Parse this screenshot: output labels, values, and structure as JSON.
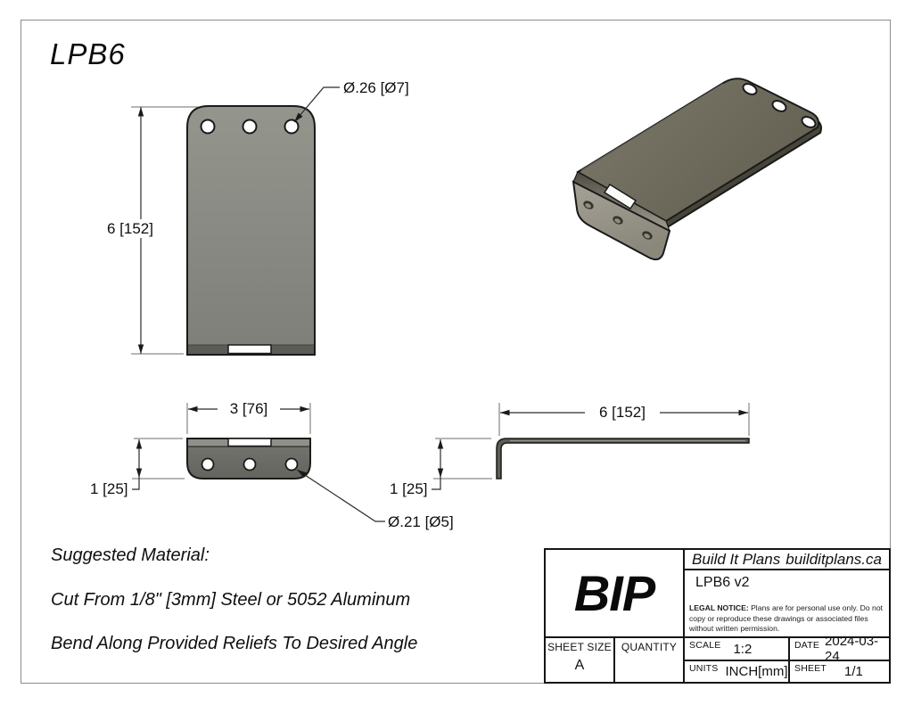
{
  "title": "LPB6",
  "front_view": {
    "height_dim": "6 [152]",
    "hole_callout": "Ø.26 [Ø7]"
  },
  "top_view": {
    "width_dim": "3 [76]",
    "thickness_dim": "1 [25]",
    "hole_callout": "Ø.21 [Ø5]"
  },
  "side_view": {
    "length_dim": "6 [152]",
    "height_dim": "1 [25]"
  },
  "notes": {
    "heading": "Suggested Material:",
    "material": "Cut From 1/8\" [3mm] Steel or 5052 Aluminum",
    "bend": "Bend Along Provided Reliefs To Desired Angle"
  },
  "title_block": {
    "logo": "BIP",
    "company": "Build It Plans",
    "website": "builditplans.ca",
    "part_name": "LPB6 v2",
    "legal_label": "LEGAL NOTICE:",
    "legal_text": " Plans are for personal use only. Do not copy or reproduce these drawings or associated files without written permission.",
    "sheet_size_label": "SHEET SIZE",
    "sheet_size_value": "A",
    "quantity_label": "QUANTITY",
    "quantity_value": "",
    "scale_label": "SCALE",
    "scale_value": "1:2",
    "date_label": "DATE",
    "date_value": "2024-03-24",
    "units_label": "UNITS",
    "units_value": "INCH[mm]",
    "sheet_label": "SHEET",
    "sheet_value": "1/1"
  },
  "colors": {
    "plate_front": "#8a8b85",
    "plate_iso_face": "#716e60",
    "flange_face": "#97948a",
    "line": "#151515",
    "border_gray": "#8c8c8c"
  }
}
